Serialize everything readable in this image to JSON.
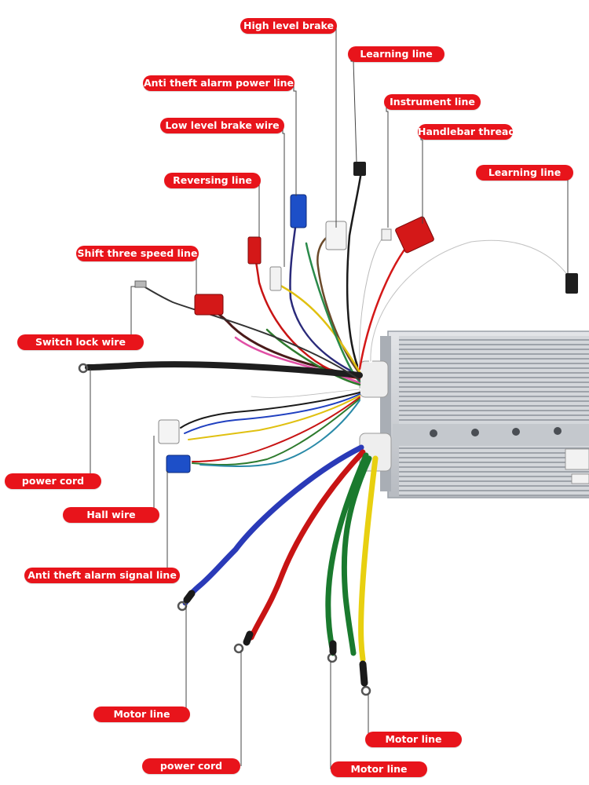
{
  "colors": {
    "label_bg": "#e8141b",
    "label_text": "#ffffff",
    "leader_line": "#444444",
    "controller_body": "#c9ccd1"
  },
  "labels": {
    "high_level_brake": "High level brake",
    "learning_line_top": "Learning line",
    "anti_theft_alarm_power_line": "Anti theft alarm power line",
    "instrument_line": "Instrument line",
    "low_level_brake_wire": "Low level brake wire",
    "handlebar_thread": "Handlebar thread",
    "learning_line_right": "Learning line",
    "reversing_line": "Reversing line",
    "shift_three_speed_line": "Shift three speed line",
    "switch_lock_wire": "Switch lock wire",
    "power_cord_left": "power cord",
    "hall_wire": "Hall wire",
    "anti_theft_alarm_signal_line": "Anti theft alarm signal line",
    "motor_line_left": "Motor line",
    "motor_line_right": "Motor line",
    "power_cord_bottom": "power cord",
    "motor_line_bottom": "Motor line"
  },
  "icons": {
    "controller": "e-bike-controller-icon",
    "connector": "wire-connector-icon",
    "ring_terminal": "ring-terminal-icon"
  }
}
